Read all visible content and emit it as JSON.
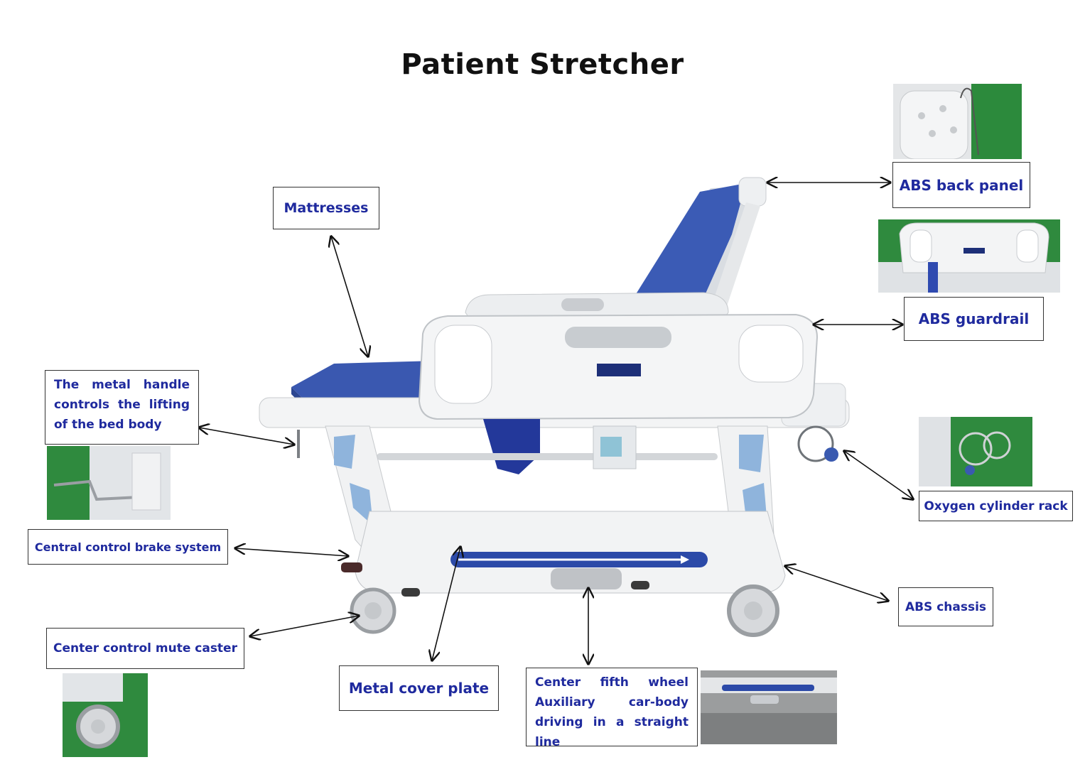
{
  "title": "Patient Stretcher",
  "labels": {
    "mattresses": "Mattresses",
    "abs_back_panel": "ABS back panel",
    "abs_guardrail": "ABS guardrail",
    "metal_handle": "The metal handle controls the lifting of the bed body",
    "oxygen_rack": "Oxygen cylinder rack",
    "brake_system": "Central control brake system",
    "abs_chassis": "ABS chassis",
    "mute_caster": "Center control mute caster",
    "cover_plate": "Metal cover plate",
    "fifth_wheel": "Center fifth wheel Auxiliary car-body driving in a straight line"
  },
  "colors": {
    "label_text": "#1f2a9e",
    "mattress_blue": "#3b5bb5",
    "frame_white": "#f2f3f4",
    "panel_blue": "#8fb4dc",
    "photo_green": "#2f8a3e"
  }
}
